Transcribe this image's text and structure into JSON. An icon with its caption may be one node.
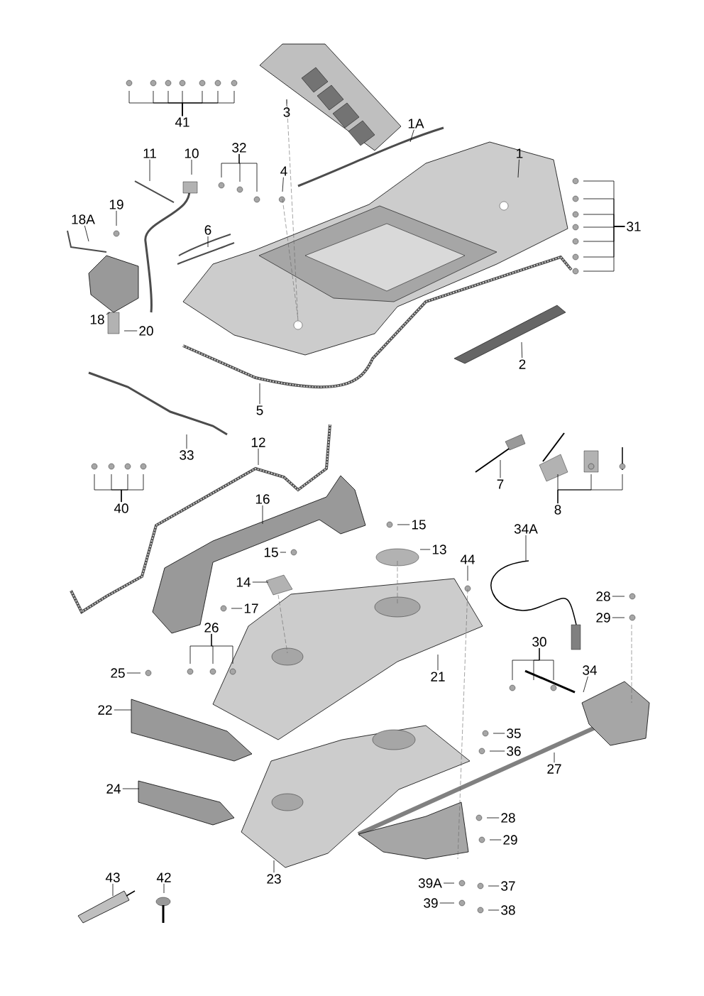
{
  "diagram": {
    "nodes": [
      {
        "text": [
          "41"
        ]
      },
      {
        "text": [
          "3"
        ]
      },
      {
        "text": [
          "1A"
        ]
      },
      {
        "text": [
          "1"
        ]
      },
      {
        "text": [
          "11"
        ]
      },
      {
        "text": [
          "10"
        ]
      },
      {
        "text": [
          "32"
        ]
      },
      {
        "text": [
          "4"
        ]
      },
      {
        "text": [
          "19"
        ]
      },
      {
        "text": [
          "18A"
        ]
      },
      {
        "text": [
          "6"
        ]
      },
      {
        "text": [
          "31"
        ]
      },
      {
        "text": [
          "18"
        ]
      },
      {
        "text": [
          "20"
        ]
      },
      {
        "text": [
          "2"
        ]
      },
      {
        "text": [
          "5"
        ]
      },
      {
        "text": [
          "33"
        ]
      },
      {
        "text": [
          "12"
        ]
      },
      {
        "text": [
          "7"
        ]
      },
      {
        "text": [
          "40"
        ]
      },
      {
        "text": [
          "8"
        ]
      },
      {
        "text": [
          "16"
        ]
      },
      {
        "text": [
          "34A"
        ]
      },
      {
        "text": [
          "15"
        ]
      },
      {
        "text": [
          "13"
        ]
      },
      {
        "text": [
          "44"
        ]
      },
      {
        "text": [
          "15"
        ]
      },
      {
        "text": [
          "14"
        ]
      },
      {
        "text": [
          "17"
        ]
      },
      {
        "text": [
          "28"
        ]
      },
      {
        "text": [
          "29"
        ]
      },
      {
        "text": [
          "26"
        ]
      },
      {
        "text": [
          "30"
        ]
      },
      {
        "text": [
          "25"
        ]
      },
      {
        "text": [
          "34"
        ]
      },
      {
        "text": [
          "21"
        ]
      },
      {
        "text": [
          "22"
        ]
      },
      {
        "text": [
          "35"
        ]
      },
      {
        "text": [
          "36"
        ]
      },
      {
        "text": [
          "27"
        ]
      },
      {
        "text": [
          "24"
        ]
      },
      {
        "text": [
          "28"
        ]
      },
      {
        "text": [
          "29"
        ]
      },
      {
        "text": [
          "23"
        ]
      },
      {
        "text": [
          "43"
        ]
      },
      {
        "text": [
          "42"
        ]
      },
      {
        "text": [
          "39A"
        ]
      },
      {
        "text": [
          "37"
        ]
      },
      {
        "text": [
          "39"
        ]
      },
      {
        "text": [
          "38"
        ]
      }
    ],
    "edges": [
      {
        "from": 0,
        "to": null,
        "arrow": "none"
      },
      {
        "from": 0,
        "to": null,
        "arrow": "none"
      },
      {
        "from": 0,
        "to": null,
        "arrow": "none"
      },
      {
        "from": 0,
        "to": null,
        "arrow": "none"
      },
      {
        "from": 0,
        "to": null,
        "arrow": "none"
      },
      {
        "from": 0,
        "to": null,
        "arrow": "none"
      },
      {
        "from": 0,
        "to": null,
        "arrow": "none"
      },
      {
        "from": 1,
        "to": null,
        "arrow": "none"
      },
      {
        "from": 2,
        "to": null,
        "arrow": "none"
      },
      {
        "from": 3,
        "to": null,
        "arrow": "none"
      },
      {
        "from": 4,
        "to": null,
        "arrow": "none"
      },
      {
        "from": 5,
        "to": null,
        "arrow": "none"
      },
      {
        "from": 6,
        "to": null,
        "arrow": "none"
      },
      {
        "from": 6,
        "to": null,
        "arrow": "none"
      },
      {
        "from": 6,
        "to": null,
        "arrow": "none"
      },
      {
        "from": 7,
        "to": null,
        "arrow": "none"
      },
      {
        "from": 8,
        "to": null,
        "arrow": "none"
      },
      {
        "from": 9,
        "to": null,
        "arrow": "none"
      },
      {
        "from": 10,
        "to": null,
        "arrow": "none"
      },
      {
        "from": 11,
        "to": null,
        "arrow": "none"
      },
      {
        "from": 11,
        "to": null,
        "arrow": "none"
      },
      {
        "from": 11,
        "to": null,
        "arrow": "none"
      },
      {
        "from": 11,
        "to": null,
        "arrow": "none"
      },
      {
        "from": 11,
        "to": null,
        "arrow": "none"
      },
      {
        "from": 11,
        "to": null,
        "arrow": "none"
      },
      {
        "from": 11,
        "to": null,
        "arrow": "none"
      },
      {
        "from": 12,
        "to": null,
        "arrow": "none"
      },
      {
        "from": 13,
        "to": null,
        "arrow": "none"
      },
      {
        "from": 14,
        "to": null,
        "arrow": "none"
      },
      {
        "from": 15,
        "to": null,
        "arrow": "none"
      },
      {
        "from": 16,
        "to": null,
        "arrow": "none"
      },
      {
        "from": 17,
        "to": null,
        "arrow": "none"
      },
      {
        "from": 18,
        "to": null,
        "arrow": "none"
      },
      {
        "from": 19,
        "to": null,
        "arrow": "none"
      },
      {
        "from": 19,
        "to": null,
        "arrow": "none"
      },
      {
        "from": 19,
        "to": null,
        "arrow": "none"
      },
      {
        "from": 19,
        "to": null,
        "arrow": "none"
      },
      {
        "from": 20,
        "to": null,
        "arrow": "none"
      },
      {
        "from": 20,
        "to": null,
        "arrow": "none"
      },
      {
        "from": 20,
        "to": null,
        "arrow": "none"
      },
      {
        "from": 21,
        "to": null,
        "arrow": "none"
      },
      {
        "from": 22,
        "to": null,
        "arrow": "none"
      },
      {
        "from": 23,
        "to": null,
        "arrow": "none"
      },
      {
        "from": 24,
        "to": null,
        "arrow": "none"
      },
      {
        "from": 25,
        "to": null,
        "arrow": "none"
      },
      {
        "from": 26,
        "to": null,
        "arrow": "none"
      },
      {
        "from": 27,
        "to": null,
        "arrow": "none"
      },
      {
        "from": 28,
        "to": null,
        "arrow": "none"
      },
      {
        "from": 29,
        "to": null,
        "arrow": "none"
      },
      {
        "from": 30,
        "to": null,
        "arrow": "none"
      },
      {
        "from": 31,
        "to": null,
        "arrow": "none"
      },
      {
        "from": 31,
        "to": null,
        "arrow": "none"
      },
      {
        "from": 31,
        "to": null,
        "arrow": "none"
      },
      {
        "from": 32,
        "to": null,
        "arrow": "none"
      },
      {
        "from": 32,
        "to": null,
        "arrow": "none"
      },
      {
        "from": 32,
        "to": null,
        "arrow": "none"
      },
      {
        "from": 33,
        "to": null,
        "arrow": "none"
      },
      {
        "from": 34,
        "to": null,
        "arrow": "none"
      },
      {
        "from": 35,
        "to": null,
        "arrow": "none"
      },
      {
        "from": 36,
        "to": null,
        "arrow": "none"
      },
      {
        "from": 37,
        "to": null,
        "arrow": "none"
      },
      {
        "from": 38,
        "to": null,
        "arrow": "none"
      },
      {
        "from": 39,
        "to": null,
        "arrow": "none"
      },
      {
        "from": 40,
        "to": null,
        "arrow": "none"
      },
      {
        "from": 41,
        "to": null,
        "arrow": "none"
      },
      {
        "from": 42,
        "to": null,
        "arrow": "none"
      },
      {
        "from": 43,
        "to": null,
        "arrow": "none"
      },
      {
        "from": 44,
        "to": null,
        "arrow": "none"
      },
      {
        "from": 45,
        "to": null,
        "arrow": "none"
      },
      {
        "from": 46,
        "to": null,
        "arrow": "none"
      },
      {
        "from": 47,
        "to": null,
        "arrow": "none"
      },
      {
        "from": 48,
        "to": null,
        "arrow": "none"
      },
      {
        "from": 49,
        "to": null,
        "arrow": "none"
      }
    ]
  }
}
